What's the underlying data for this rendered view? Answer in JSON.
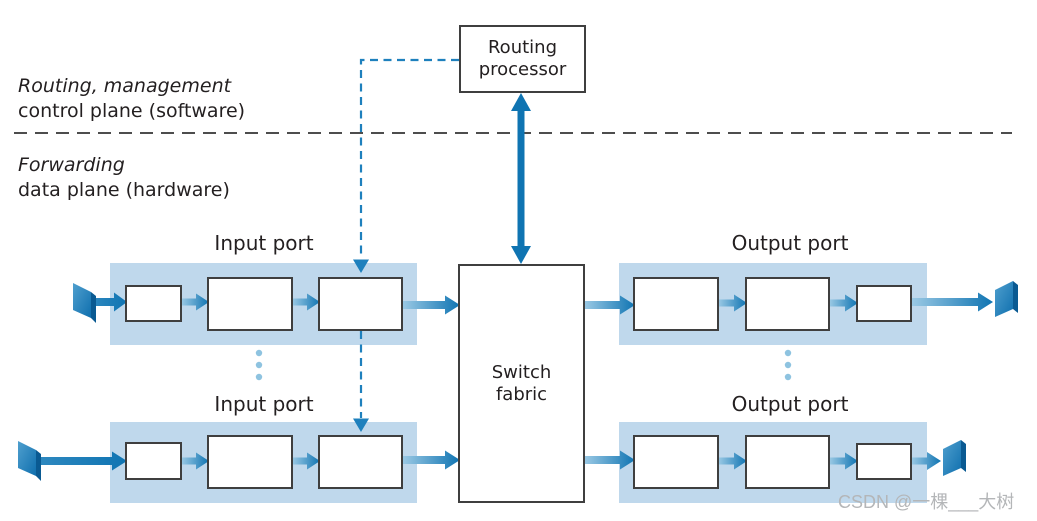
{
  "planes": {
    "control": {
      "line1": "Routing, management",
      "line2": "control plane (software)"
    },
    "data": {
      "line1": "Forwarding",
      "line2": "data plane (hardware)"
    }
  },
  "nodes": {
    "routing_processor": {
      "line1": "Routing",
      "line2": "processor"
    },
    "switch_fabric": {
      "line1": "Switch",
      "line2": "fabric"
    }
  },
  "port_labels": {
    "input_top": "Input port",
    "input_bottom": "Input port",
    "output_top": "Output port",
    "output_bottom": "Output port"
  },
  "watermark": "CSDN @一棵___大树",
  "icons": {
    "line_termination": "line-termination-plate-icon",
    "ellipsis": "vertical-ellipsis-dots-icon"
  },
  "colors": {
    "arrow_blue": "#0f74b2",
    "arrow_light": "#9ccae5",
    "arrow_mid": "#2f89c0",
    "band_blue": "#bfd8ec",
    "dashed_blue": "#1e80bd",
    "box_border": "#3f3f3f",
    "separator_gray": "#4d4d4d",
    "text_dark": "#231f20",
    "dots_blue": "#8ec3e0",
    "icon_dark": "#0a5a92",
    "watermark_gray": "#b4b6b8"
  }
}
